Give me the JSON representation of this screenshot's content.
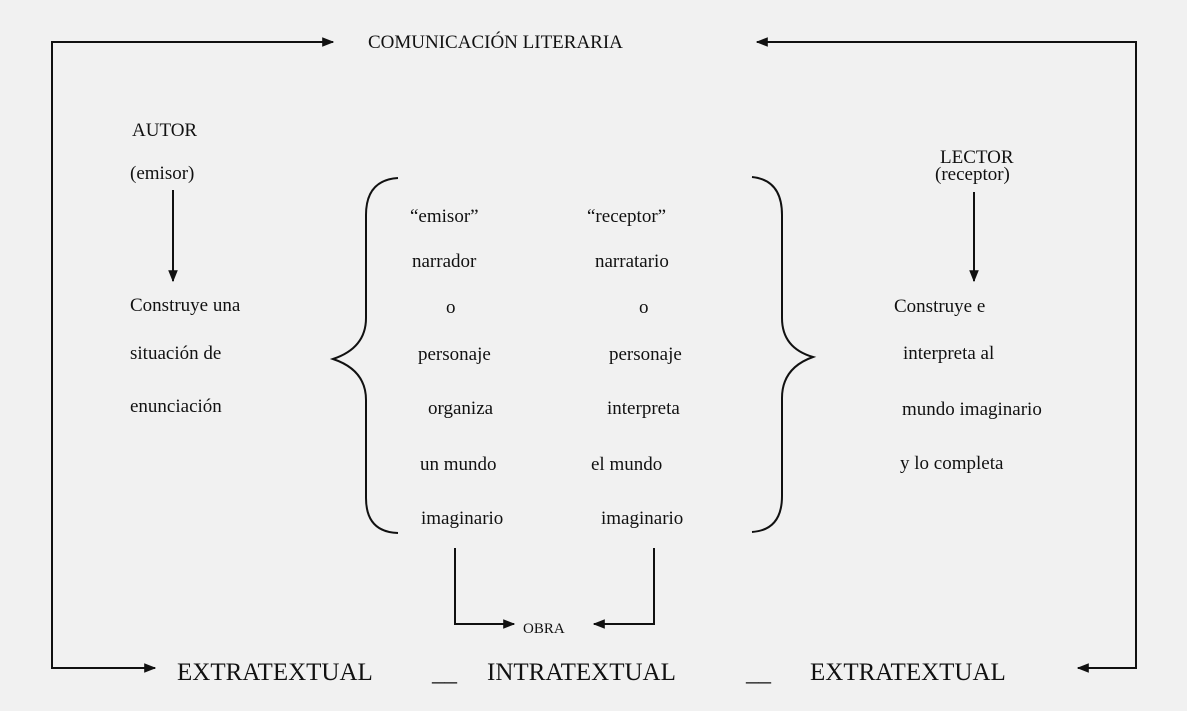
{
  "title": "COMUNICACIÓN LITERARIA",
  "author": {
    "label": "AUTOR",
    "role": "(emisor)",
    "description": [
      "Construye una",
      "situación  de",
      "enunciación"
    ]
  },
  "reader": {
    "label": "LECTOR",
    "role": "(receptor)",
    "description": [
      "Construye e",
      "interpreta al",
      "mundo imaginario",
      "y lo completa"
    ]
  },
  "work": {
    "left_column": [
      "“emisor”",
      "narrador",
      "o",
      "personaje",
      "organiza",
      "un mundo",
      "imaginario"
    ],
    "right_column": [
      "“receptor”",
      "narratario",
      "o",
      "personaje",
      "interpreta",
      "el mundo",
      "imaginario"
    ],
    "label": "OBRA"
  },
  "bottom": {
    "left": "EXTRATEXTUAL",
    "middle": "INTRATEXTUAL",
    "right": "EXTRATEXTUAL",
    "separator": "__"
  }
}
